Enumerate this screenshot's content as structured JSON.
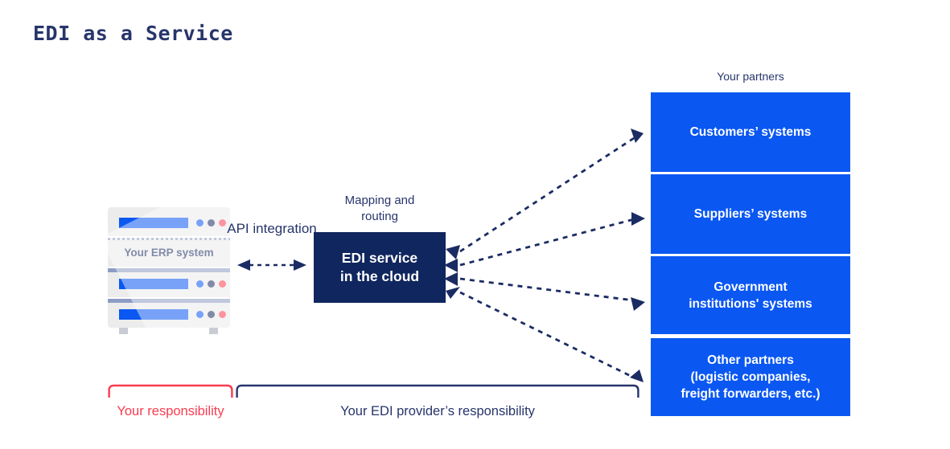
{
  "title": "EDI as a Service",
  "colors": {
    "bright_blue": "#0a57f2",
    "navy": "#10265e",
    "navy_text": "#27356b",
    "red": "#fa3c4f",
    "server_gray": "#ececec",
    "server_strip": "#8d9cc4",
    "white": "#ffffff"
  },
  "erp": {
    "label": "Your ERP system",
    "units": [
      {
        "type": "bar",
        "dots": [
          "blue",
          "navy",
          "red"
        ]
      },
      {
        "type": "label"
      },
      {
        "type": "bar",
        "dots": [
          "blue",
          "navy",
          "red"
        ]
      },
      {
        "type": "bar",
        "dots": [
          "blue",
          "navy",
          "red"
        ]
      }
    ]
  },
  "api": {
    "label": "API\nintegration",
    "arrow": "bidirectional-dashed-arrow"
  },
  "edi": {
    "box_label": "EDI service\nin the cloud",
    "above_label": "Mapping and\nrouting"
  },
  "partners": {
    "title": "Your partners",
    "boxes": [
      {
        "label": "Customers’ systems"
      },
      {
        "label": "Suppliers’ systems"
      },
      {
        "label": "Government\ninstitutions' systems"
      },
      {
        "label": "Other partners\n(logistic companies,\nfreight forwarders, etc.)"
      }
    ]
  },
  "brackets": {
    "responsibility_label": "Your responsibility",
    "provider_label": "Your EDI provider’s responsibility"
  },
  "connections": {
    "count": 4,
    "style": "bidirectional-dashed",
    "from": "EDI service in the cloud",
    "to": [
      "Customers’ systems",
      "Suppliers’ systems",
      "Government institutions' systems",
      "Other partners (logistic companies, freight forwarders, etc.)"
    ]
  }
}
